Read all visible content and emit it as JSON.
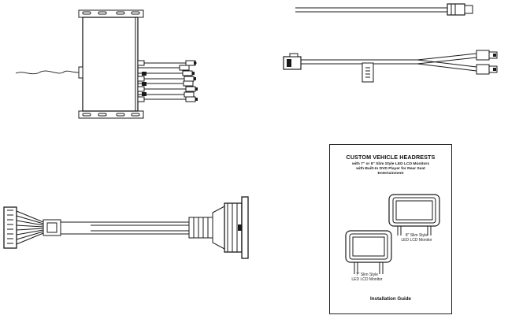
{
  "manual": {
    "title": "CUSTOM VEHICLE HEADRESTS",
    "subtitle_lines": [
      "with 7\" or 8\" Slim Style LED LCD Monitors",
      "with Built-In DVD Player for Rear Seat",
      "Entertainment"
    ],
    "label_8in_line1": "8\" Slim Style",
    "label_8in_line2": "LED LCD Monitor",
    "label_7in_line1": "7\" Slim Style",
    "label_7in_line2": "LED LCD Monitor",
    "footer": "Installation Guide"
  },
  "colors": {
    "line": "#1a1a1a",
    "fill_light": "#ffffff",
    "fill_dark": "#1a1a1a"
  }
}
